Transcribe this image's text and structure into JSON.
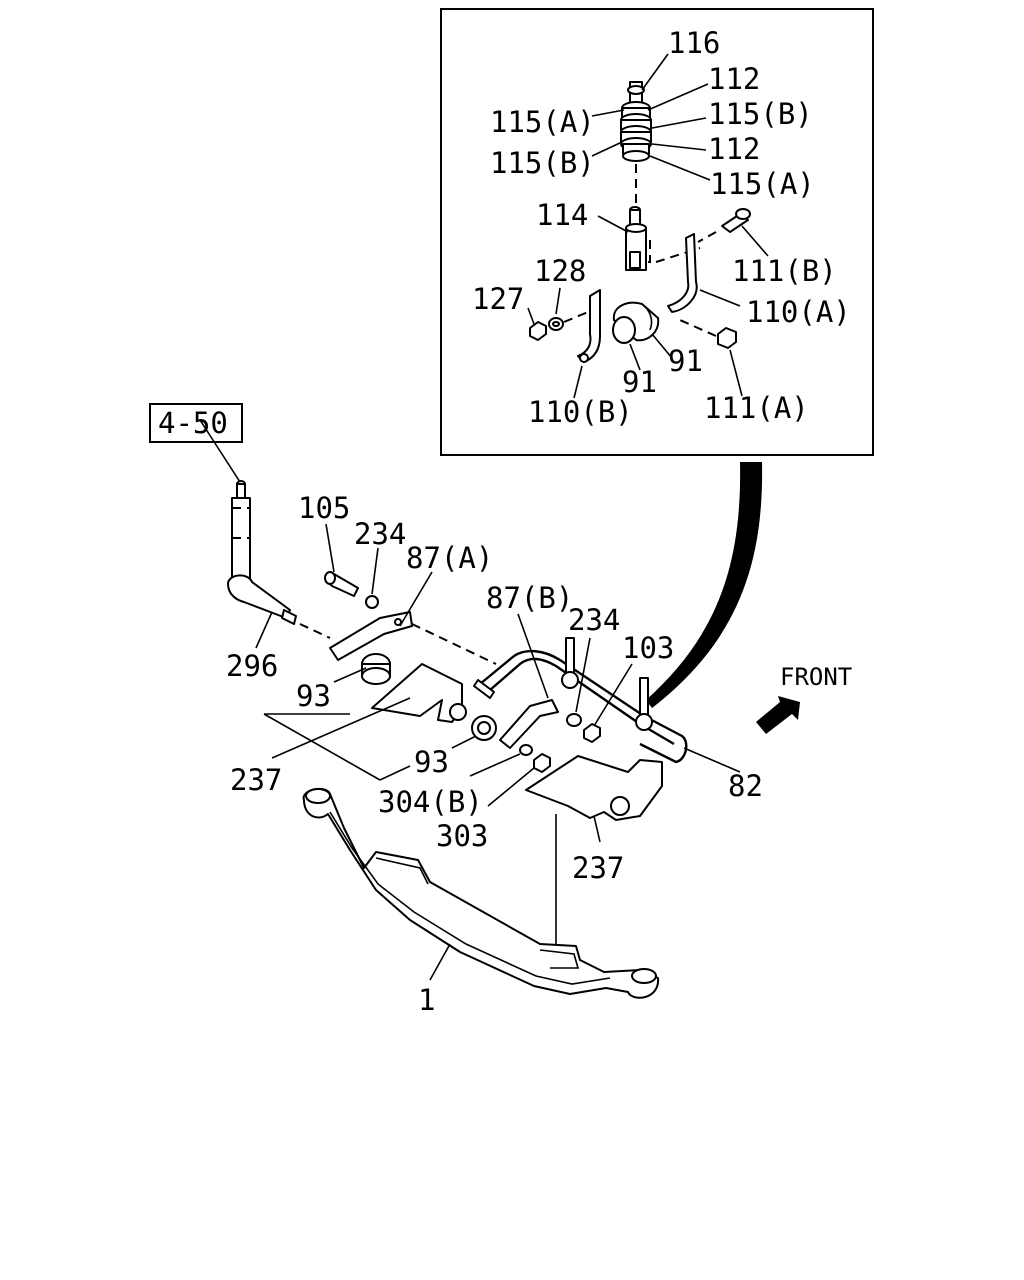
{
  "detail_box": {
    "callouts": {
      "c116": "116",
      "c112_top": "112",
      "c115a_top": "115(A)",
      "c115b_right": "115(B)",
      "c115b_left": "115(B)",
      "c112_bottom": "112",
      "c115a_bottom": "115(A)",
      "c114": "114",
      "c111b": "111(B)",
      "c128": "128",
      "c127": "127",
      "c110a": "110(A)",
      "c91_right": "91",
      "c91_bottom": "91",
      "c110b": "110(B)",
      "c111a": "111(A)"
    }
  },
  "main": {
    "ref_box": "4-50",
    "front_label": "FRONT",
    "callouts": {
      "c105": "105",
      "c234_left": "234",
      "c87a": "87(A)",
      "c296": "296",
      "c87b": "87(B)",
      "c234_right": "234",
      "c103": "103",
      "c93_top": "93",
      "c93_bottom": "93",
      "c237_left": "237",
      "c82": "82",
      "c304b": "304(B)",
      "c303": "303",
      "c237_right": "237",
      "c1": "1"
    }
  }
}
